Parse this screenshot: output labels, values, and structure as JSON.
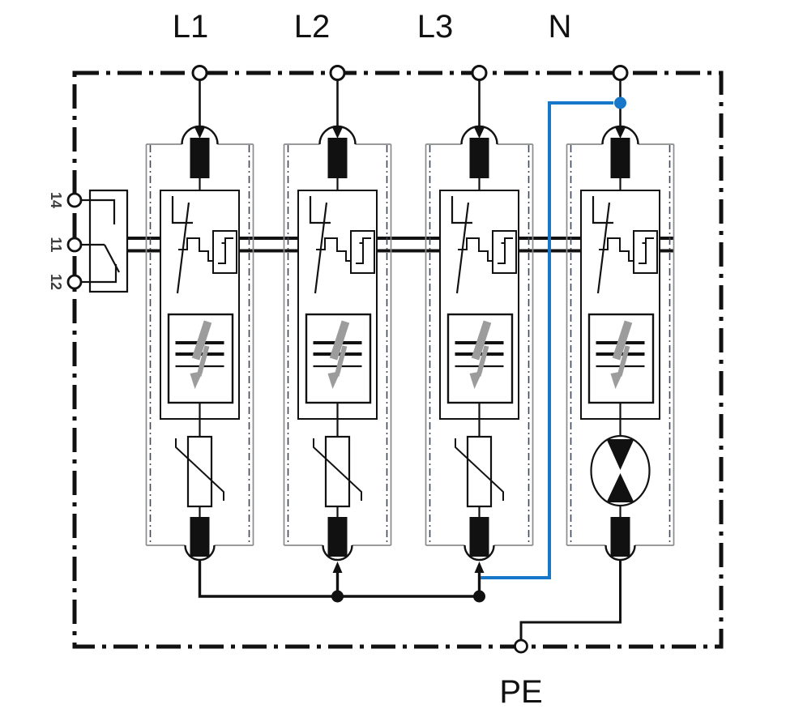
{
  "diagram": {
    "kind": "surge-protection-device wiring schematic",
    "phases": [
      {
        "label": "L1",
        "bottom_stage": "varistor"
      },
      {
        "label": "L2",
        "bottom_stage": "varistor"
      },
      {
        "label": "L3",
        "bottom_stage": "varistor"
      },
      {
        "label": "N",
        "bottom_stage": "gas-discharge-tube"
      }
    ],
    "pe_label": "PE",
    "remote_contact": {
      "terminals": [
        "14",
        "11",
        "12"
      ]
    },
    "colors": {
      "line": "#111111",
      "module_outline": "#8b8b8b",
      "compartment_boundary": "#3f4656",
      "neutral_wire": "#1777c8",
      "lightning_arrow": "#9c9c9c",
      "background": "#ffffff"
    }
  }
}
